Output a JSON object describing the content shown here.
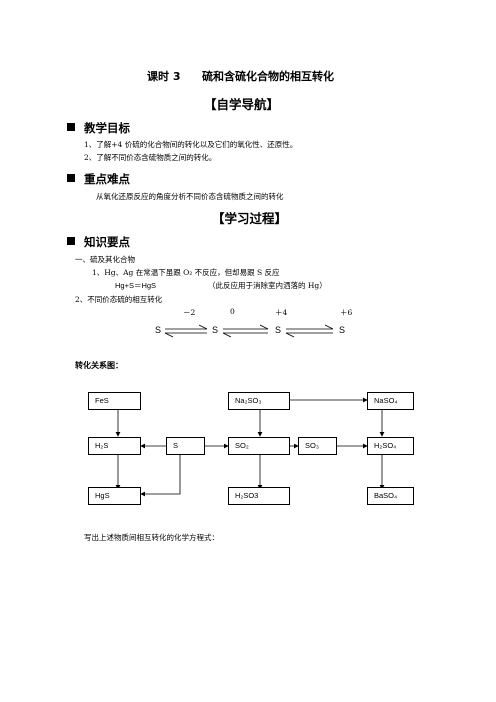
{
  "lesson": {
    "number": "课时 3",
    "title": "硫和含硫化合物的相互转化"
  },
  "nav_header": "【自学导航】",
  "goals": {
    "heading": "教学目标",
    "items": [
      "1、了解+4 价硫的化合物间的转化以及它们的氧化性、还原性。",
      "2、了解不同价态含硫物质之间的转化。"
    ]
  },
  "key_points": {
    "heading": "重点难点",
    "text": "从氧化还原反应的角度分析不同价态含硫物质之间的转化"
  },
  "process_header": "【学习过程】",
  "knowledge": {
    "heading": "知识要点",
    "sub1": "一、硫及其化合物",
    "item1": "1、Hg、Ag 在常温下虽跟 O₂ 不反应，但却易跟 S 反应",
    "equation": "Hg+S＝HgS",
    "equation_note": "（此反应用于消除室内洒落的 Hg）",
    "item2": "2、不同价态硫的相互转化",
    "valences": [
      "－2",
      "0",
      "＋4",
      "＋6"
    ],
    "sulfur_symbols": [
      "S",
      "S",
      "S",
      "S"
    ]
  },
  "diagram": {
    "label": "转化关系图：",
    "boxes": {
      "FeS": "FeS",
      "Na2SO3": "Na₂SO₃",
      "NaSO4": "NaSO₄",
      "H2S": "H₂S",
      "S": "S",
      "SO2": "SO₂",
      "SO3": "SO₃",
      "H2SO4": "H₂SO₄",
      "HgS": "HgS",
      "H2SO3": "H₂SO3",
      "BaSO4": "BaSO₄"
    }
  },
  "instruction": "写出上述物质间相互转化的化学方程式："
}
